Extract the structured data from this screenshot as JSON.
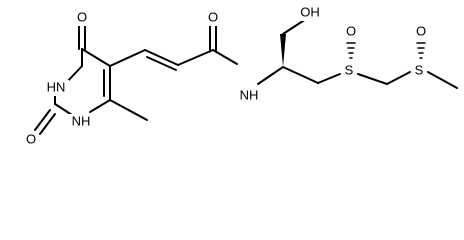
{
  "atoms": {
    "oh": "OH",
    "o_amide": "O",
    "o_ring_top": "O",
    "o_ring_bottom": "O",
    "hn_ring": "HN",
    "nh_ring": "NH",
    "nh_amide": "NH",
    "s1": "S",
    "o_s1": "O",
    "s2": "S",
    "o_s2": "O"
  }
}
